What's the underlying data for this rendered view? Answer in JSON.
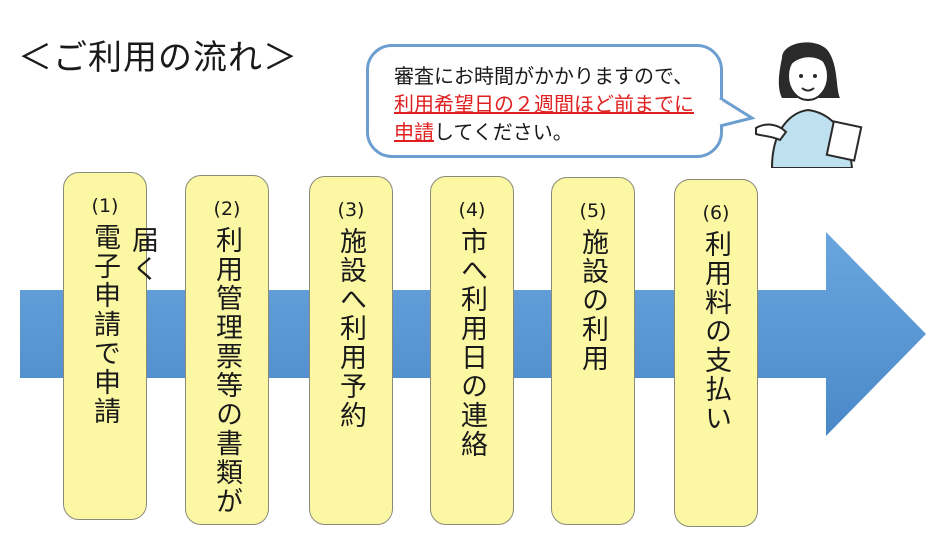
{
  "title": "＜ご利用の流れ＞",
  "bubble": {
    "line1": "審査にお時間がかかりますので、",
    "line2_red": "利用希望日の２週間ほど前までに",
    "line3_red": "申請",
    "line3_rest": "してください。"
  },
  "steps": [
    {
      "num": "(1)",
      "label": "電子申請で申請"
    },
    {
      "num": "(2)",
      "label": "利用管理票等の書類が届く"
    },
    {
      "num": "(3)",
      "label": "施設へ利用予約"
    },
    {
      "num": "(4)",
      "label": "市へ利用日の連絡"
    },
    {
      "num": "(5)",
      "label": "施設の利用"
    },
    {
      "num": "(6)",
      "label": "利用料の支払い"
    }
  ],
  "colors": {
    "arrow": "#5b9bd5",
    "box_fill": "#fbf7a3",
    "bubble_border": "#6c9fd0",
    "highlight": "#e02020"
  }
}
